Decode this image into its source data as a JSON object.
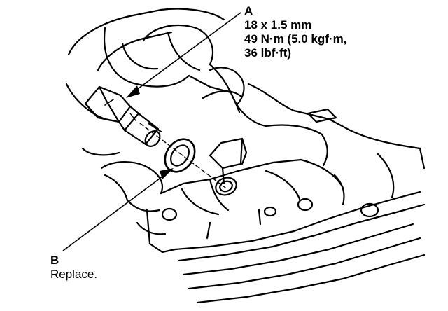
{
  "callouts": {
    "a": {
      "letter": "A",
      "lines": [
        "18 x 1.5 mm",
        "49 N·m (5.0 kgf·m,",
        "36 lbf·ft)"
      ]
    },
    "b": {
      "letter": "B",
      "lines": [
        "Replace."
      ]
    }
  },
  "colors": {
    "ink": "#000000",
    "paper": "#ffffff"
  }
}
